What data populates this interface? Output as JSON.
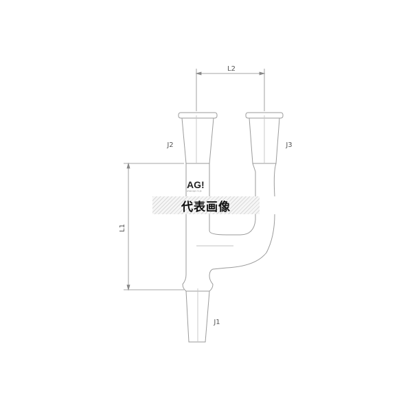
{
  "diagram": {
    "dimensions": {
      "l1": "L1",
      "l2": "L2"
    },
    "joints": {
      "j1": "J1",
      "j2": "J2",
      "j3": "J3"
    },
    "watermark": {
      "logo": "AG!",
      "logo_sub": "www.agc.co.jp",
      "banner": "代表画像"
    },
    "colors": {
      "outline": "#9a9a9a",
      "dimension": "#666666",
      "banner_text": "#111111"
    }
  }
}
